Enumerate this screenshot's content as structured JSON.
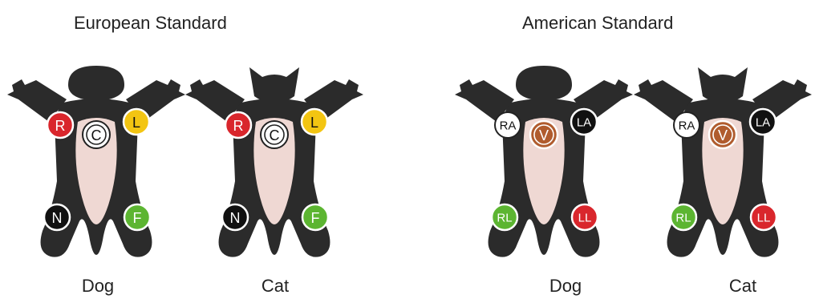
{
  "headings": {
    "european": "European Standard",
    "american": "American Standard"
  },
  "colors": {
    "body": "#2b2b2b",
    "chest": "#efd8d3",
    "red": "#d9262c",
    "yellow": "#f3c512",
    "green": "#5cb531",
    "black": "#111111",
    "white": "#ffffff",
    "brown": "#b05c2e"
  },
  "figures": [
    {
      "animal": "Dog",
      "head": "dog-head",
      "electrodes": [
        {
          "label": "R",
          "color": "red"
        },
        {
          "label": "C",
          "color": "white"
        },
        {
          "label": "L",
          "color": "yellow"
        },
        {
          "label": "N",
          "color": "black"
        },
        {
          "label": "F",
          "color": "green"
        }
      ]
    },
    {
      "animal": "Cat",
      "head": "cat-head",
      "electrodes": [
        {
          "label": "R",
          "color": "red"
        },
        {
          "label": "C",
          "color": "white"
        },
        {
          "label": "L",
          "color": "yellow"
        },
        {
          "label": "N",
          "color": "black"
        },
        {
          "label": "F",
          "color": "green"
        }
      ]
    },
    {
      "animal": "Dog",
      "head": "dog-head",
      "electrodes": [
        {
          "label": "RA",
          "color": "white"
        },
        {
          "label": "V",
          "color": "brown"
        },
        {
          "label": "LA",
          "color": "black"
        },
        {
          "label": "RL",
          "color": "green"
        },
        {
          "label": "LL",
          "color": "red"
        }
      ]
    },
    {
      "animal": "Cat",
      "head": "cat-head",
      "electrodes": [
        {
          "label": "RA",
          "color": "white"
        },
        {
          "label": "V",
          "color": "brown"
        },
        {
          "label": "LA",
          "color": "black"
        },
        {
          "label": "RL",
          "color": "green"
        },
        {
          "label": "LL",
          "color": "red"
        }
      ]
    }
  ]
}
